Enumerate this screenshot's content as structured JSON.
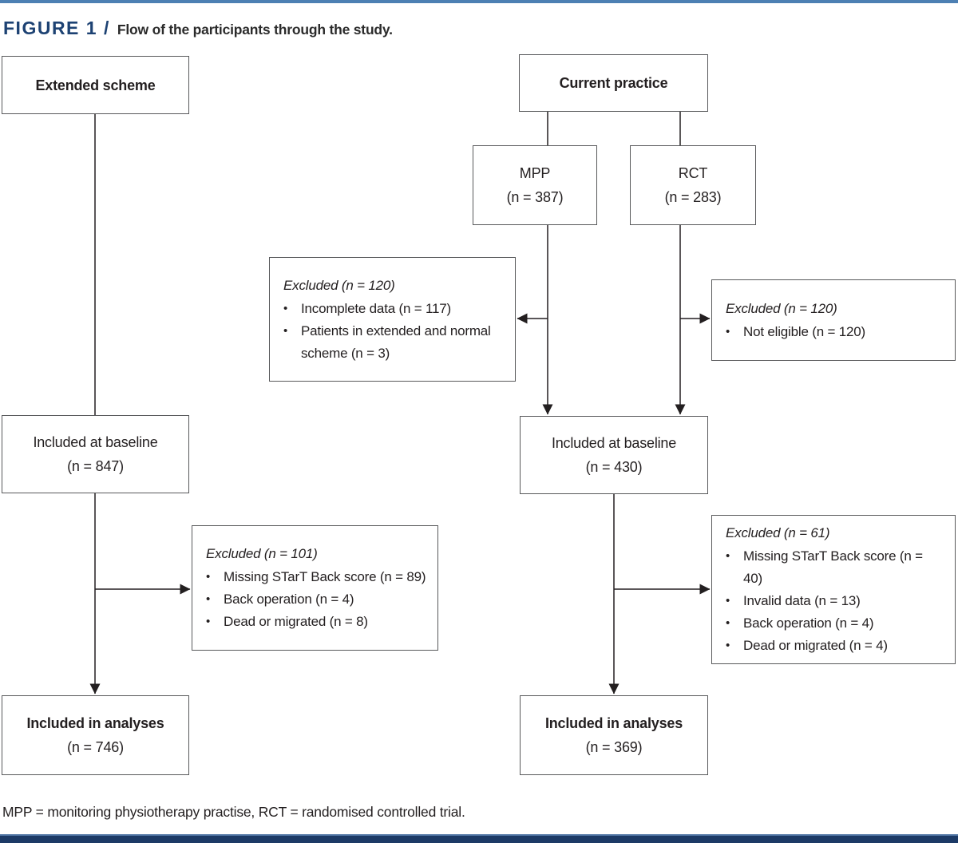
{
  "figure": {
    "label": "FIGURE 1 /",
    "caption": "Flow of the participants through the study.",
    "footnote": "MPP = monitoring physiotherapy practise, RCT = randomised controlled trial."
  },
  "bullet_char": "•",
  "colors": {
    "accent": "#1d4273",
    "topbar": "#4d80b3",
    "bottombar": "#1c3a66",
    "border": "#58595b",
    "ink": "#231f20"
  },
  "nodes": {
    "extended_scheme": {
      "line1": "Extended scheme"
    },
    "current_practice": {
      "line1": "Current practice"
    },
    "mpp": {
      "line1": "MPP",
      "line2": "(n = 387)"
    },
    "rct": {
      "line1": "RCT",
      "line2": "(n = 283)"
    },
    "excluded_mpp": {
      "heading": "Excluded (n = 120)",
      "items": [
        "Incomplete data (n = 117)",
        "Patients in extended and normal scheme (n = 3)"
      ]
    },
    "excluded_rct": {
      "heading": "Excluded (n = 120)",
      "items": [
        "Not eligible (n = 120)"
      ]
    },
    "baseline_extended": {
      "line1": "Included at baseline",
      "line2": "(n = 847)"
    },
    "baseline_current": {
      "line1": "Included at baseline",
      "line2": "(n = 430)"
    },
    "excluded_baseline_extended": {
      "heading": "Excluded (n = 101)",
      "items": [
        "Missing STarT Back score (n = 89)",
        "Back operation (n = 4)",
        "Dead or migrated (n = 8)"
      ]
    },
    "excluded_baseline_current": {
      "heading": "Excluded (n = 61)",
      "items": [
        "Missing STarT Back score (n = 40)",
        "Invalid data (n = 13)",
        "Back operation (n = 4)",
        "Dead or migrated (n = 4)"
      ]
    },
    "analyses_extended": {
      "line1": "Included in analyses",
      "line2": "(n = 746)"
    },
    "analyses_current": {
      "line1": "Included in analyses",
      "line2": "(n = 369)"
    }
  }
}
